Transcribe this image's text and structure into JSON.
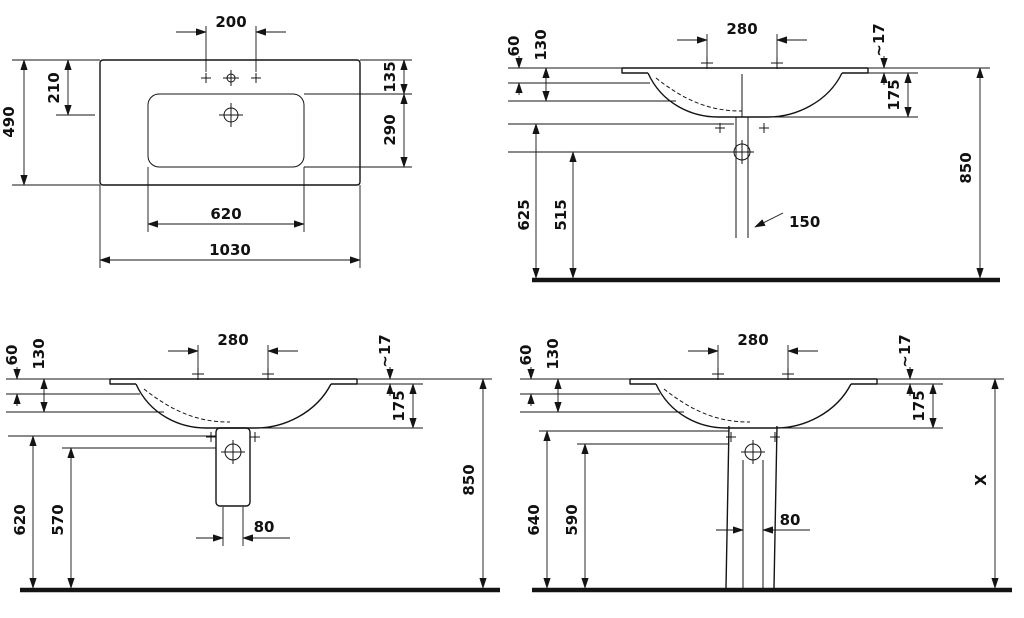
{
  "views": {
    "plan": {
      "dims": {
        "tap_spacing": "200",
        "rear_to_drain": "210",
        "depth": "490",
        "rear_ledge": "135",
        "basin_depth": "290",
        "basin_width": "620",
        "width": "1030"
      }
    },
    "wall_mounted": {
      "dims": {
        "offset_a": "60",
        "offset_b": "130",
        "tap_spacing": "280",
        "rim_thickness": "~17",
        "bowl_depth": "175",
        "height": "850",
        "outlet_height": "625",
        "trap_height": "515",
        "drain_offset": "150"
      }
    },
    "semi_pedestal": {
      "dims": {
        "offset_a": "60",
        "offset_b": "130",
        "tap_spacing": "280",
        "rim_thickness": "~17",
        "bowl_depth": "175",
        "height": "850",
        "outlet_height": "620",
        "trap_height": "570",
        "drain_width": "80"
      }
    },
    "pedestal": {
      "dims": {
        "offset_a": "60",
        "offset_b": "130",
        "tap_spacing": "280",
        "rim_thickness": "~17",
        "bowl_depth": "175",
        "height": "X",
        "outlet_height": "640",
        "trap_height": "590",
        "drain_width": "80"
      }
    }
  }
}
